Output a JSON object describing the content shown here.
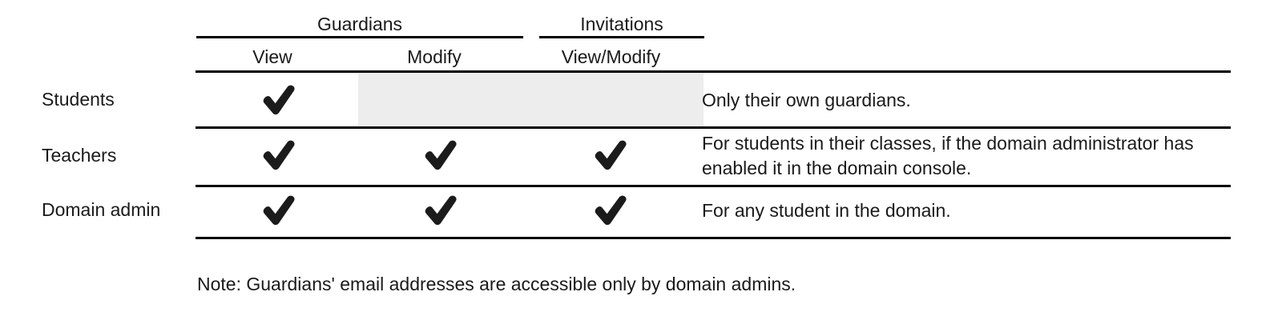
{
  "table": {
    "groups": [
      {
        "label": "Guardians",
        "span_columns": [
          "View",
          "Modify"
        ]
      },
      {
        "label": "Invitations",
        "span_columns": [
          "View/Modify"
        ]
      }
    ],
    "columns": [
      {
        "key": "guardians_view",
        "label": "View",
        "group": "Guardians"
      },
      {
        "key": "guardians_modify",
        "label": "Modify",
        "group": "Guardians"
      },
      {
        "key": "invitations_view_modify",
        "label": "View/Modify",
        "group": "Invitations"
      },
      {
        "key": "description",
        "label": ""
      }
    ],
    "rows": [
      {
        "label": "Students",
        "guardians_view": "check",
        "guardians_modify": "shaded",
        "invitations_view_modify": "shaded",
        "description": "Only their own guardians."
      },
      {
        "label": "Teachers",
        "guardians_view": "check",
        "guardians_modify": "check",
        "invitations_view_modify": "check",
        "description": "For students in their classes, if the domain administrator has enabled it in the domain console."
      },
      {
        "label": "Domain admin",
        "guardians_view": "check",
        "guardians_modify": "check",
        "invitations_view_modify": "check",
        "description": "For any student in the domain."
      }
    ]
  },
  "note": "Note: Guardians' email addresses are accessible only by domain admins.",
  "icons": {
    "check": "check-mark-icon"
  },
  "colors": {
    "rule": "#000000",
    "text": "#1a1a1a",
    "shaded_cell": "#ededed",
    "background": "#ffffff",
    "check": "#1b1b1b"
  }
}
